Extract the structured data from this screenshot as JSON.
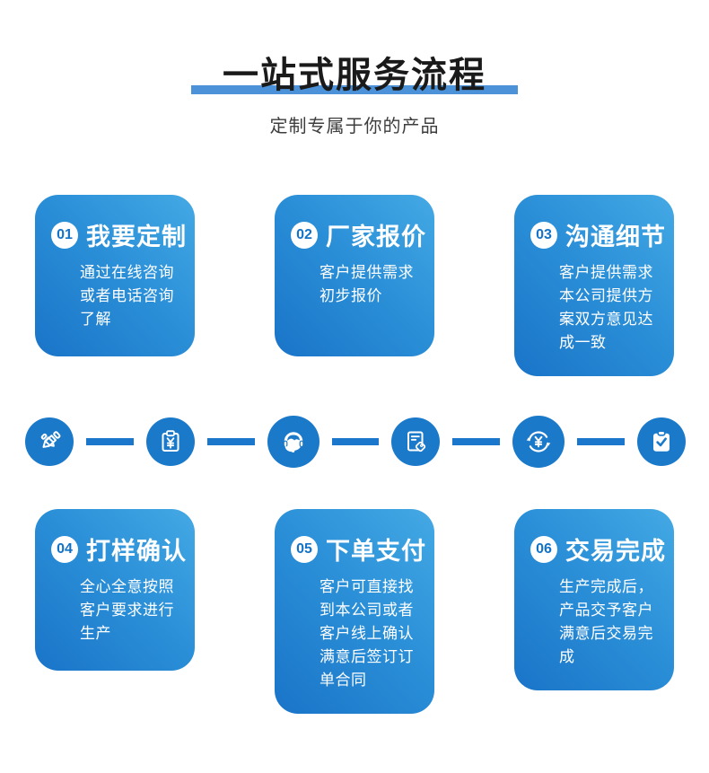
{
  "header": {
    "title": "一站式服务流程",
    "subtitle": "定制专属于你的产品"
  },
  "steps": [
    {
      "num": "01",
      "title": "我要定制",
      "desc": "通过在线咨询或者电话咨询了解"
    },
    {
      "num": "02",
      "title": "厂家报价",
      "desc": "客户提供需求初步报价"
    },
    {
      "num": "03",
      "title": "沟通细节",
      "desc": "客户提供需求本公司提供方案双方意见达成一致"
    },
    {
      "num": "04",
      "title": "打样确认",
      "desc": "全心全意按照客户要求进行生产"
    },
    {
      "num": "05",
      "title": "下单支付",
      "desc": "客户可直接找到本公司或者客户线上确认满意后签订订单合同"
    },
    {
      "num": "06",
      "title": "交易完成",
      "desc": "生产完成后，产品交予客户满意后交易完成"
    }
  ],
  "flow_icons": [
    "design-pens-icon",
    "price-clipboard-icon",
    "customer-service-icon",
    "order-tag-document-icon",
    "payment-cycle-icon",
    "task-complete-icon"
  ],
  "colors": {
    "icon_circle": "#1b79ca",
    "connector_line": "#1b77cb",
    "title_bar": "#4b92d8",
    "card_gradient_top": "#44a9e4",
    "card_gradient_bottom": "#1a74c8",
    "badge_text": "#1272c7",
    "title_text": "#1a1a1a",
    "subtitle_text": "#3d3d3d"
  }
}
